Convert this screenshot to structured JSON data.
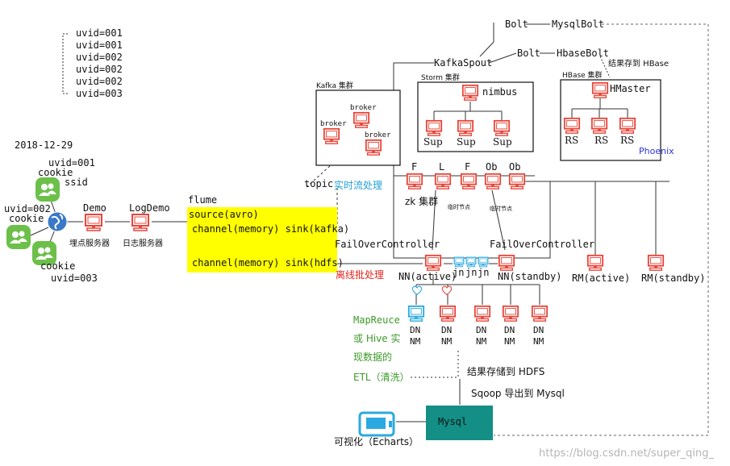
{
  "colors": {
    "server": "#e8463a",
    "server_alt": "#2aa9e0",
    "flume_box": "#ffff00",
    "mysql_box": "#138f86",
    "user_icon": "#6cc04a",
    "globe": "#3a78c8",
    "cyan_text": "#21a0d2",
    "red_text": "#e8231c",
    "green_text": "#3d9a2a",
    "blue_text": "#2b35e0",
    "line": "#333333",
    "dashed": "#666666",
    "watermark": "#b5b5b5"
  },
  "log_list": [
    "uvid=001",
    "uvid=001",
    "uvid=002",
    "uvid=002",
    "uvid=002",
    "uvid=003"
  ],
  "clients": {
    "date": "2018-12-29",
    "uvid_top": "uvid=001",
    "cookie_top": "cookie",
    "ssid": "ssid",
    "uvid_mid": "uvid=002",
    "cookie_mid": "cookie",
    "cookie_bottom": "cookie",
    "uvid_bottom": "uvid=003"
  },
  "servers": {
    "demo": "Demo",
    "demo_caption": "埋点服务器",
    "logdemo": "LogDemo",
    "logdemo_caption": "日志服务器"
  },
  "flume": {
    "title": "flume",
    "source": "source(avro)",
    "channel_kafka": "channel(memory) sink(kafka)",
    "channel_hdfs": "channel(memory) sink(hdfs)"
  },
  "kafka": {
    "title": "Kafka 集群",
    "broker": "broker",
    "topic": "topic",
    "realtime": "实时流处理"
  },
  "storm": {
    "title": "Storm 集群",
    "nimbus": "nimbus",
    "sup": "Sup",
    "spout": "KafkaSpout",
    "bolt": "Bolt",
    "mysql_bolt": "MysqlBolt",
    "hbase_bolt": "HbaseBolt",
    "save_hbase": "结果存到 HBase"
  },
  "hbase": {
    "title": "HBase 集群",
    "hmaster": "HMaster",
    "rs": "RS",
    "phoenix": "Phoenix"
  },
  "zk": {
    "title": "zk 集群",
    "nodes": [
      "F",
      "L",
      "F",
      "Ob",
      "Ob"
    ],
    "temp_node": "临时节点"
  },
  "hdfs": {
    "failover_left": "FailOverController",
    "failover_right": "FailOverController",
    "offline": "离线批处理",
    "nn_active": "NN(active)",
    "jn": "jn",
    "nn_standby": "NN(standby)",
    "rm_active": "RM(active)",
    "rm_standby": "RM(standby)",
    "dn": "DN",
    "nm": "NM"
  },
  "etl": {
    "line1": "MapReuce",
    "line2": "或 Hive 实",
    "line3": "现数据的",
    "line4": "ETL（清洗）"
  },
  "result": {
    "store_hdfs": "结果存储到 HDFS",
    "sqoop": "Sqoop 导出到 Mysql",
    "mysql": "Mysql",
    "visual": "可视化（Echarts）"
  },
  "watermark": "https://blog.csdn.net/super_qing_"
}
